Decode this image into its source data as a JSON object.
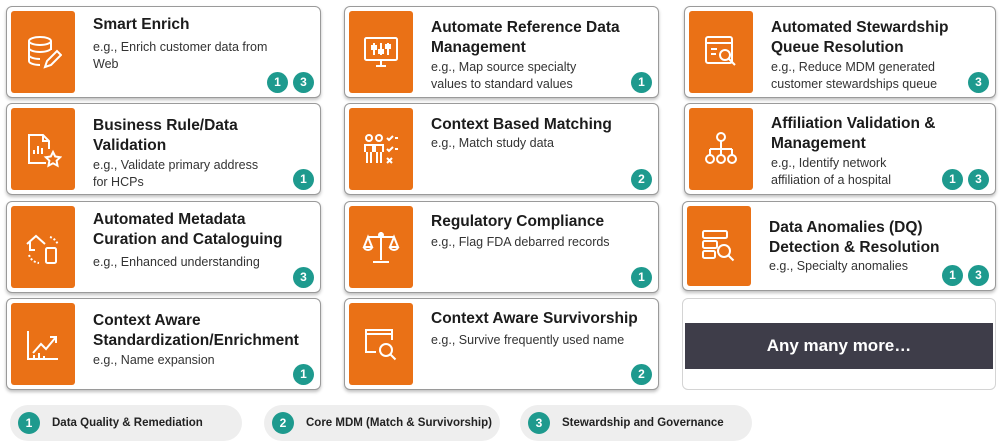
{
  "cards": [
    {
      "id": "smart-enrich",
      "title_lines": [
        "Smart Enrich"
      ],
      "desc_lines": [
        "e.g., Enrich customer data from",
        "Web"
      ],
      "badges": [
        "1",
        "3"
      ],
      "icon": "database-edit-icon"
    },
    {
      "id": "business-rule",
      "title_lines": [
        "Business Rule/Data",
        "Validation"
      ],
      "desc_lines": [
        "e.g., Validate primary address",
        "for HCPs"
      ],
      "badges": [
        "1"
      ],
      "icon": "document-star-icon"
    },
    {
      "id": "metadata-curation",
      "title_lines": [
        "Automated Metadata",
        "Curation and Cataloguing"
      ],
      "desc_lines": [
        "e.g., Enhanced understanding"
      ],
      "badges": [
        "3"
      ],
      "icon": "house-device-sync-icon"
    },
    {
      "id": "context-aware-std",
      "title_lines": [
        "Context Aware",
        "Standardization/Enrichment"
      ],
      "desc_lines": [
        "e.g., Name expansion"
      ],
      "badges": [
        "1"
      ],
      "icon": "chart-growth-icon"
    },
    {
      "id": "reference-data",
      "title_lines": [
        "Automate Reference Data",
        "Management"
      ],
      "desc_lines": [
        "e.g., Map source specialty",
        "values to standard values"
      ],
      "badges": [
        "1"
      ],
      "icon": "monitor-settings-icon"
    },
    {
      "id": "context-matching",
      "title_lines": [
        "Context Based Matching"
      ],
      "desc_lines": [
        "e.g., Match study data"
      ],
      "badges": [
        "2"
      ],
      "icon": "people-checklist-icon"
    },
    {
      "id": "regulatory",
      "title_lines": [
        "Regulatory Compliance"
      ],
      "desc_lines": [
        "e.g., Flag FDA debarred records"
      ],
      "badges": [
        "1"
      ],
      "icon": "scales-icon"
    },
    {
      "id": "survivorship",
      "title_lines": [
        "Context Aware Survivorship"
      ],
      "desc_lines": [
        "e.g., Survive frequently used name"
      ],
      "badges": [
        "2"
      ],
      "icon": "screen-search-icon"
    },
    {
      "id": "stewardship-queue",
      "title_lines": [
        "Automated Stewardship",
        "Queue Resolution"
      ],
      "desc_lines": [
        "e.g., Reduce MDM generated",
        "customer stewardships queue"
      ],
      "badges": [
        "3"
      ],
      "icon": "document-search-icon"
    },
    {
      "id": "affiliation",
      "title_lines": [
        "Affiliation Validation &",
        "Management"
      ],
      "desc_lines": [
        "e.g., Identify network",
        "affiliation of a hospital"
      ],
      "badges": [
        "1",
        "3"
      ],
      "icon": "hierarchy-icon"
    },
    {
      "id": "anomalies",
      "title_lines": [
        "Data Anomalies (DQ)",
        "Detection & Resolution"
      ],
      "desc_lines": [
        "e.g., Specialty anomalies"
      ],
      "badges": [
        "1",
        "3"
      ],
      "icon": "server-search-icon"
    }
  ],
  "more": {
    "label": "Any many more…"
  },
  "legend": [
    {
      "num": "1",
      "label": "Data Quality & Remediation"
    },
    {
      "num": "2",
      "label": "Core MDM (Match & Survivorship)"
    },
    {
      "num": "3",
      "label": "Stewardship and Governance"
    }
  ],
  "colors": {
    "accent": "#ea7116",
    "badge": "#1e9a8e",
    "more_bar": "#3e3d49"
  }
}
